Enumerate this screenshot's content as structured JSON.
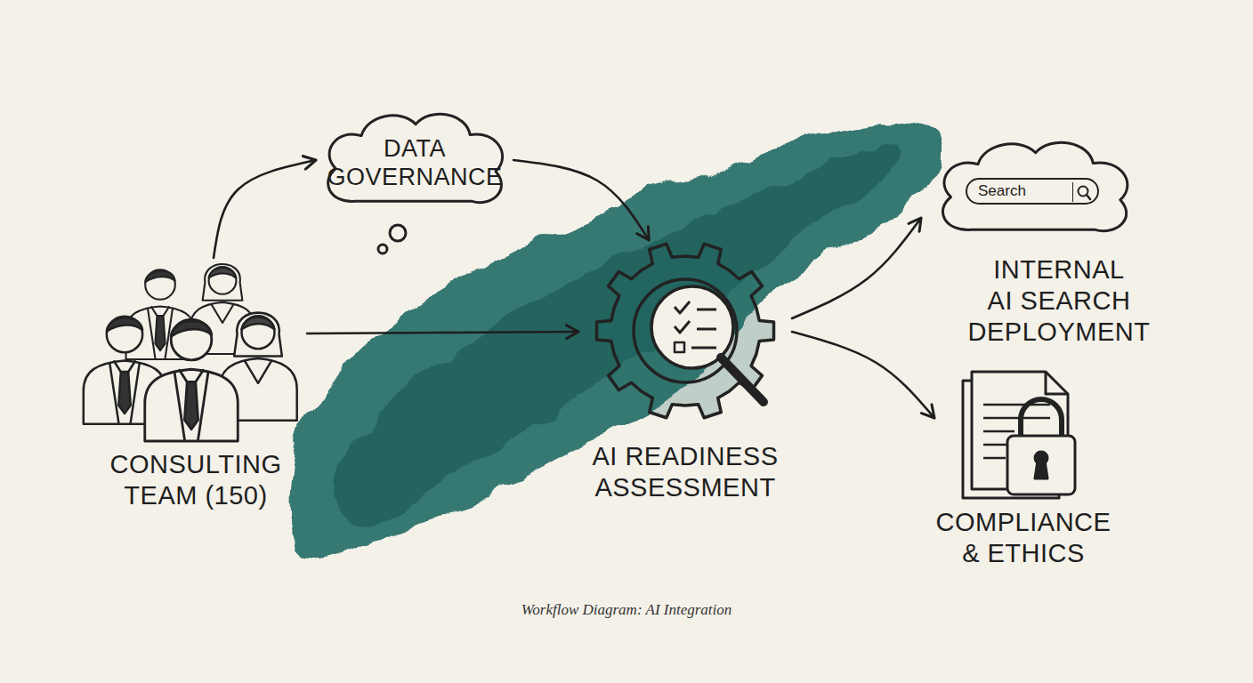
{
  "diagram": {
    "caption": "Workflow Diagram: AI Integration",
    "nodes": [
      {
        "text": [
          "CONSULTING TEAM (150)"
        ]
      },
      {
        "text": [
          "DATA GOVERNANCE"
        ]
      },
      {
        "text": [
          "AI READINESS ASSESSMENT"
        ]
      },
      {
        "text": [
          "Search",
          "INTERNAL AI SEARCH DEPLOYMENT"
        ]
      },
      {
        "text": [
          "COMPLIANCE & ETHICS"
        ]
      }
    ],
    "edges": [
      {
        "from": 0,
        "to": 1,
        "arrow": "to"
      },
      {
        "from": 1,
        "to": 2,
        "arrow": "to"
      },
      {
        "from": 0,
        "to": 2,
        "arrow": "to"
      },
      {
        "from": 2,
        "to": 3,
        "arrow": "to"
      },
      {
        "from": 2,
        "to": 4,
        "arrow": "to"
      }
    ]
  }
}
